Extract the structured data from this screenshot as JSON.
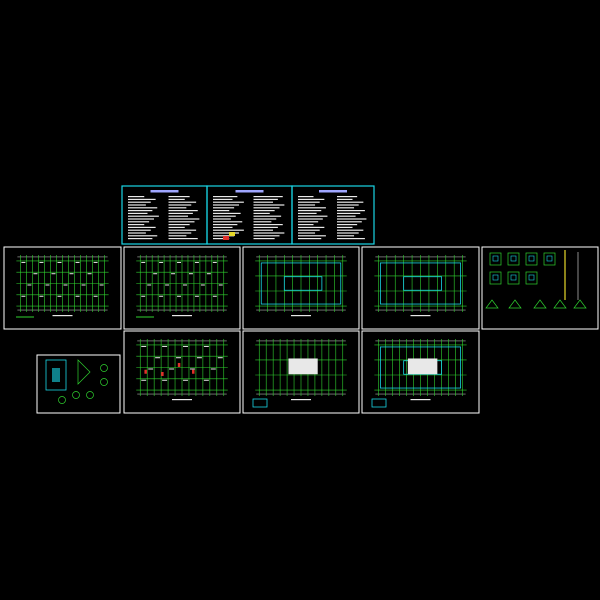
{
  "viewer": {
    "background": "#000000",
    "sheet_border_color": "#ffffff",
    "notes_border_color": "#19d6e6"
  },
  "colors": {
    "grid": "#2fd22f",
    "axis": "#d8d8d8",
    "walls": "#19d6e6",
    "highlight_red": "#e0302a",
    "highlight_yellow": "#e8d92a"
  },
  "sheets": [
    {
      "id": "notes-1",
      "kind": "design-notes"
    },
    {
      "id": "notes-2",
      "kind": "design-notes"
    },
    {
      "id": "notes-3",
      "kind": "design-notes"
    },
    {
      "id": "plan-1",
      "kind": "floor-plan"
    },
    {
      "id": "plan-2",
      "kind": "floor-plan"
    },
    {
      "id": "plan-3",
      "kind": "structural-plan"
    },
    {
      "id": "plan-4",
      "kind": "structural-plan"
    },
    {
      "id": "details-1",
      "kind": "section-details"
    },
    {
      "id": "details-2",
      "kind": "node-details"
    },
    {
      "id": "plan-5",
      "kind": "floor-plan"
    },
    {
      "id": "plan-6",
      "kind": "roof-plan"
    },
    {
      "id": "plan-7",
      "kind": "roof-plan"
    }
  ]
}
